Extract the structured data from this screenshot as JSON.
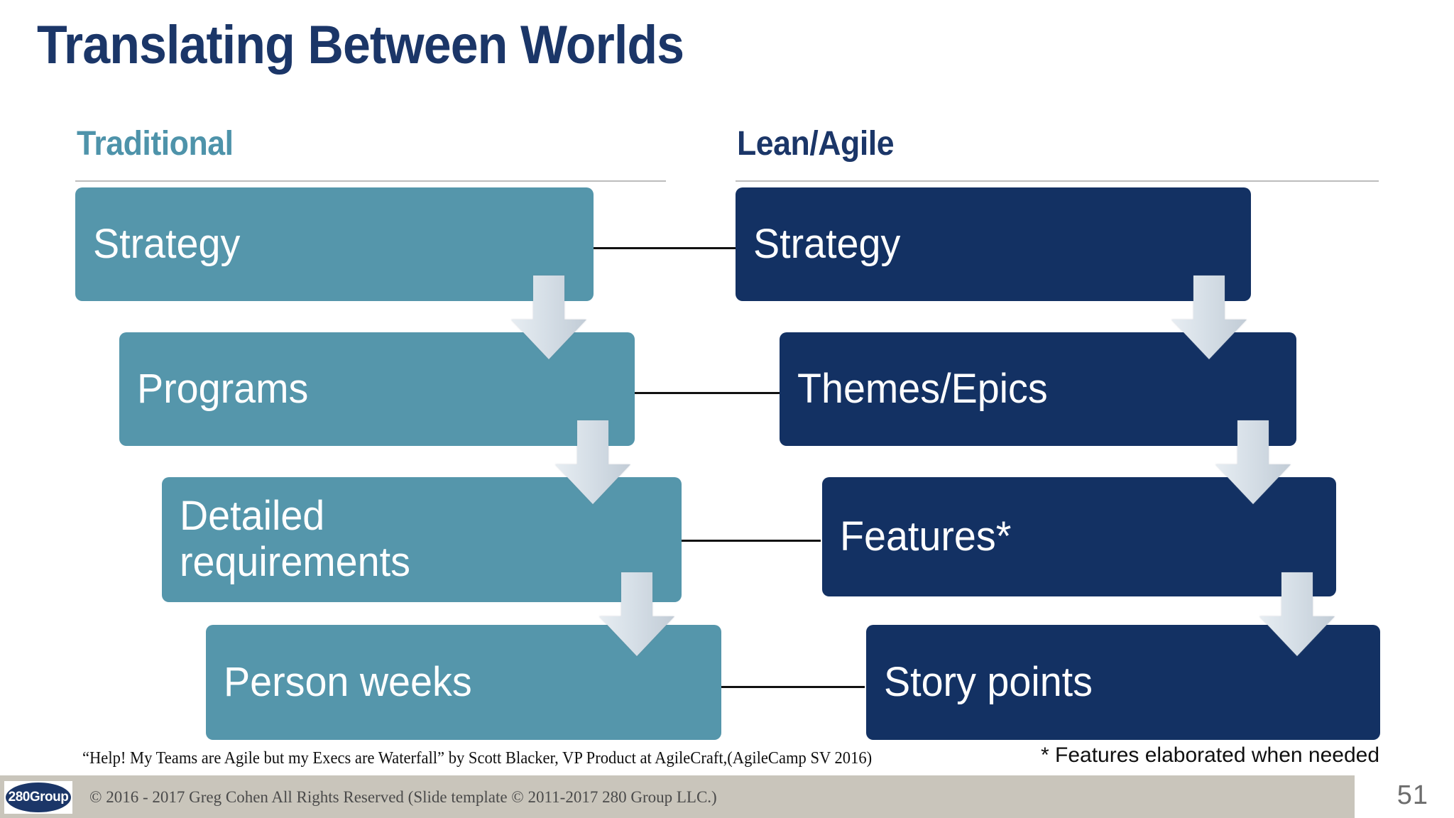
{
  "slide": {
    "title": "Translating Between Worlds",
    "page_number": "51"
  },
  "columns": {
    "left": {
      "heading": "Traditional",
      "color": "#4e93aa"
    },
    "right": {
      "heading": "Lean/Agile",
      "color": "#133163"
    }
  },
  "diagram": {
    "type": "two-column-flow",
    "traditional_steps": [
      {
        "label": "Strategy"
      },
      {
        "label": "Programs"
      },
      {
        "label": "Detailed\nrequirements"
      },
      {
        "label": "Person weeks"
      }
    ],
    "agile_steps": [
      {
        "label": "Strategy"
      },
      {
        "label": "Themes/Epics"
      },
      {
        "label": "Features*"
      },
      {
        "label": "Story points"
      }
    ],
    "mappings": [
      {
        "from": "Strategy",
        "to": "Strategy"
      },
      {
        "from": "Programs",
        "to": "Themes/Epics"
      },
      {
        "from": "Detailed requirements",
        "to": "Features*"
      },
      {
        "from": "Person weeks",
        "to": "Story points"
      }
    ],
    "arrow_icon": "down-arrow-icon",
    "arrow_color": "#d3dbe3"
  },
  "footnotes": {
    "citation": "“Help! My Teams are Agile but my Execs are Waterfall” by Scott Blacker, VP Product at AgileCraft,(AgileCamp SV 2016)",
    "features_note": "* Features elaborated when needed"
  },
  "footer": {
    "logo_text": "280Group",
    "copyright": "© 2016 - 2017 Greg Cohen All Rights Reserved (Slide template © 2011-2017 280 Group LLC.)"
  }
}
